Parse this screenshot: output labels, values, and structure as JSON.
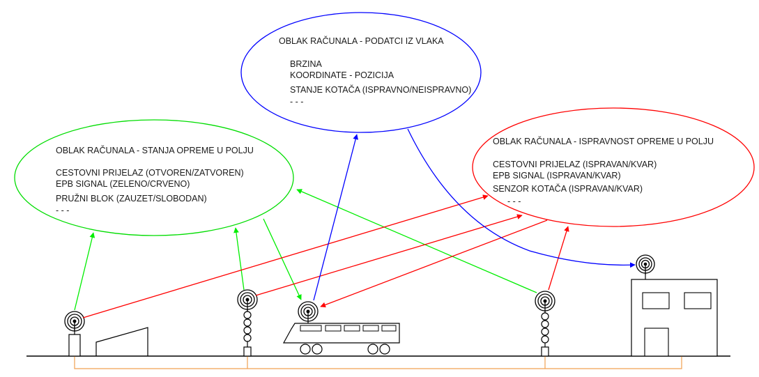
{
  "clouds": {
    "train": {
      "title": "OBLAK RAČUNALA - PODATCI IZ VLAKA",
      "lines": [
        "BRZINA",
        "KOORDINATE - POZICIJA",
        "STANJE KOTAČA (ISPRAVNO/NEISPRAVNO)",
        "- - -"
      ],
      "color": "#0000ff"
    },
    "field": {
      "title": "OBLAK RAČUNALA - STANJA OPREME U POLJU",
      "lines": [
        "CESTOVNI PRIJELAZ (OTVOREN/ZATVOREN)",
        "EPB SIGNAL (ZELENO/CRVENO)",
        "PRUŽNI BLOK (ZAUZET/SLOBODAN)",
        "- - -"
      ],
      "color": "#00cc00"
    },
    "equipment": {
      "title": "OBLAK RAČUNALA - ISPRAVNOST OPREME U POLJU",
      "lines": [
        "CESTOVNI PRIJELAZ (ISPRAVAN/KVAR)",
        "EPB SIGNAL (ISPRAVAN/KVAR)",
        "SENZOR KOTAČA (ISPRAVAN/KVAR)",
        "- - -"
      ],
      "color": "#ff0000"
    }
  },
  "colors": {
    "ground": "#000000",
    "cable": "#f0a050",
    "equipment": "#000000"
  }
}
